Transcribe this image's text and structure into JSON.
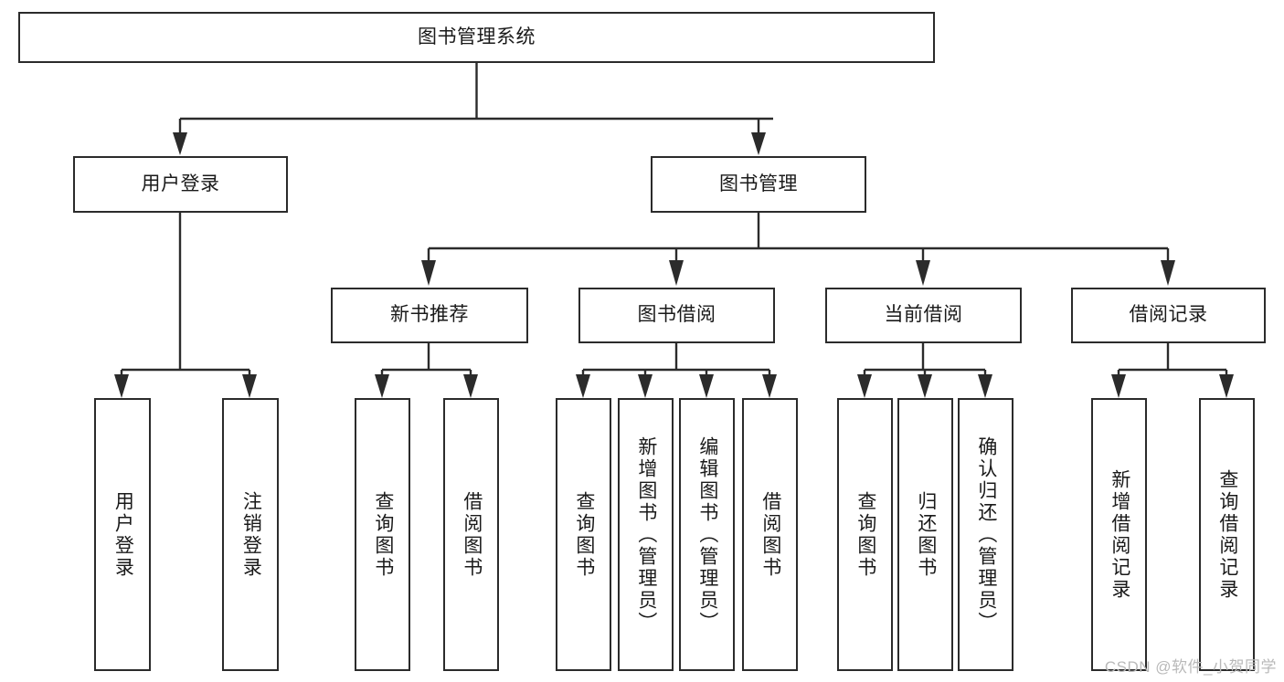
{
  "diagram": {
    "type": "tree",
    "title": "图书管理系统",
    "root": {
      "id": "root",
      "label": "图书管理系统"
    },
    "level2": [
      {
        "id": "user-login",
        "label": "用户登录"
      },
      {
        "id": "book-manage",
        "label": "图书管理"
      }
    ],
    "level3": [
      {
        "id": "new-book-recommend",
        "label": "新书推荐",
        "parent": "book-manage"
      },
      {
        "id": "book-borrow",
        "label": "图书借阅",
        "parent": "book-manage"
      },
      {
        "id": "current-borrow",
        "label": "当前借阅",
        "parent": "book-manage"
      },
      {
        "id": "borrow-record",
        "label": "借阅记录",
        "parent": "book-manage"
      }
    ],
    "leaves": {
      "user_login": [
        {
          "id": "leaf-user-login",
          "label": "用户登录"
        },
        {
          "id": "leaf-logout-login",
          "label": "注销登录"
        }
      ],
      "new_book_recommend": [
        {
          "id": "leaf-query-book-1",
          "label": "查询图书"
        },
        {
          "id": "leaf-borrow-book-1",
          "label": "借阅图书"
        }
      ],
      "book_borrow": [
        {
          "id": "leaf-query-book-2",
          "label": "查询图书"
        },
        {
          "id": "leaf-add-book",
          "label": "新增图书（管理员）"
        },
        {
          "id": "leaf-edit-book",
          "label": "编辑图书（管理员）"
        },
        {
          "id": "leaf-borrow-book-2",
          "label": "借阅图书"
        }
      ],
      "current_borrow": [
        {
          "id": "leaf-query-book-3",
          "label": "查询图书"
        },
        {
          "id": "leaf-return-book",
          "label": "归还图书"
        },
        {
          "id": "leaf-confirm-return",
          "label": "确认归还（管理员）"
        }
      ],
      "borrow_record": [
        {
          "id": "leaf-add-record",
          "label": "新增借阅记录"
        },
        {
          "id": "leaf-query-record",
          "label": "查询借阅记录"
        }
      ]
    }
  },
  "watermark": {
    "text": "CSDN @软件_小贺同学"
  },
  "colors": {
    "stroke": "#2b2b2b",
    "background": "#ffffff",
    "text": "#1a1a1a",
    "watermark": "#b9b9b9"
  }
}
